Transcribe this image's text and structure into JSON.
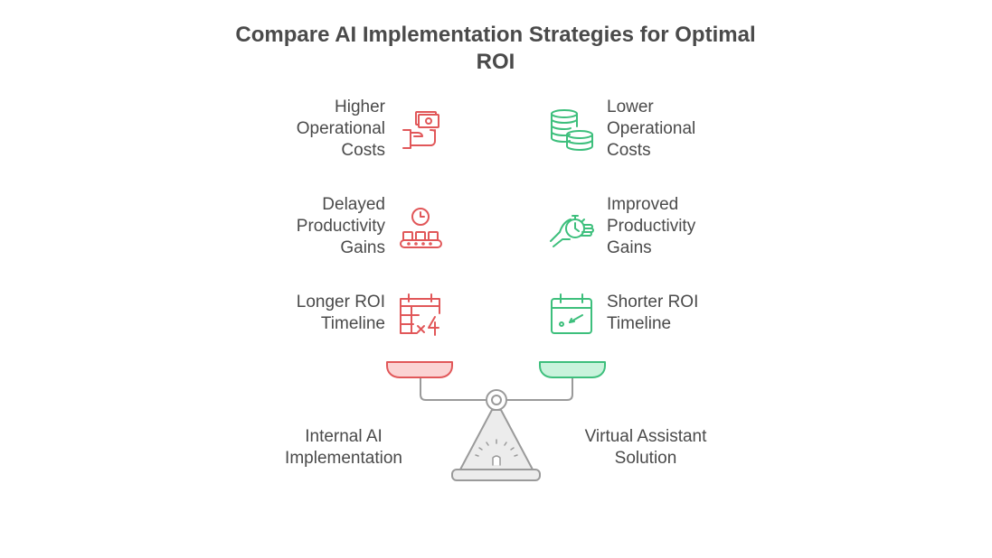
{
  "title": "Compare AI Implementation Strategies for Optimal ROI",
  "colors": {
    "negative": "#e15759",
    "negative_fill": "#fbd3d3",
    "positive": "#3dbf7c",
    "positive_fill": "#c9f3dc",
    "scale": "#9a9a9a",
    "text": "#4a4a4a"
  },
  "left": {
    "name": "Internal AI\nImplementation",
    "items": [
      {
        "label": "Higher\nOperational\nCosts",
        "icon": "hand-cash-icon"
      },
      {
        "label": "Delayed\nProductivity\nGains",
        "icon": "clock-conveyor-icon"
      },
      {
        "label": "Longer ROI\nTimeline",
        "icon": "calendar-times-four-icon"
      }
    ]
  },
  "right": {
    "name": "Virtual Assistant\nSolution",
    "items": [
      {
        "label": "Lower\nOperational\nCosts",
        "icon": "coin-stacks-icon"
      },
      {
        "label": "Improved\nProductivity\nGains",
        "icon": "hand-stopwatch-icon"
      },
      {
        "label": "Shorter ROI\nTimeline",
        "icon": "calendar-arrow-icon"
      }
    ]
  }
}
